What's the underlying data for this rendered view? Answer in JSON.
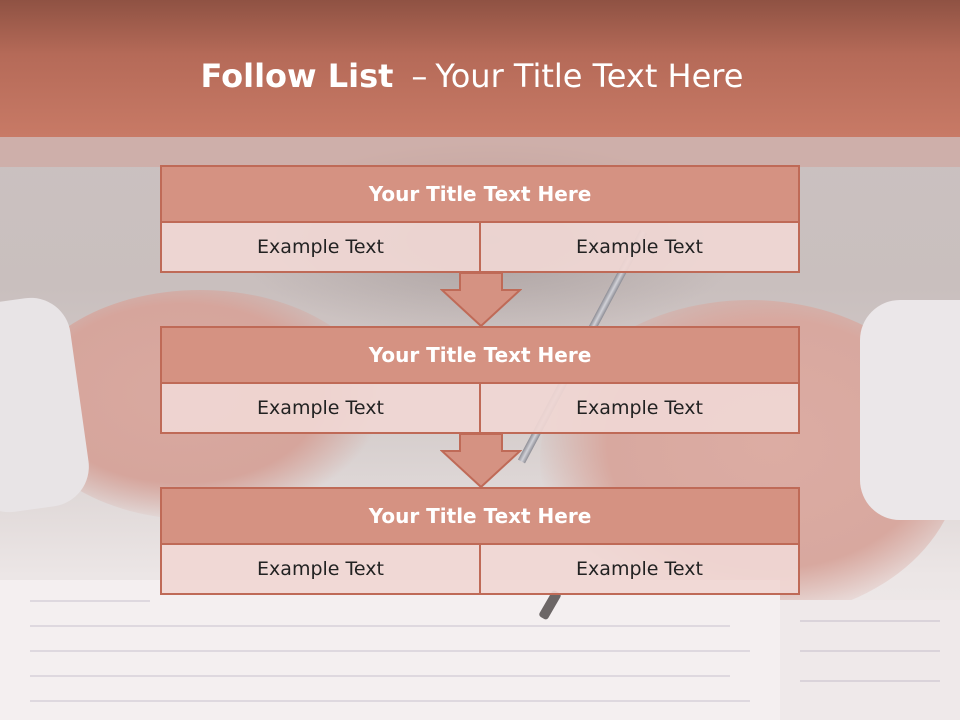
{
  "slide": {
    "title_bold": "Follow List",
    "title_dash": "–",
    "title_rest": "Your Title Text Here"
  },
  "stages": [
    {
      "title": "Your Title Text Here",
      "left": "Example Text",
      "right": "Example Text"
    },
    {
      "title": "Your Title Text Here",
      "left": "Example Text",
      "right": "Example Text"
    },
    {
      "title": "Your Title Text Here",
      "left": "Example Text",
      "right": "Example Text"
    }
  ],
  "colors": {
    "header": "#c87a66",
    "title_fill": "#d59282",
    "border": "#bf6a57",
    "cell_fill": "#f0d7d4"
  }
}
